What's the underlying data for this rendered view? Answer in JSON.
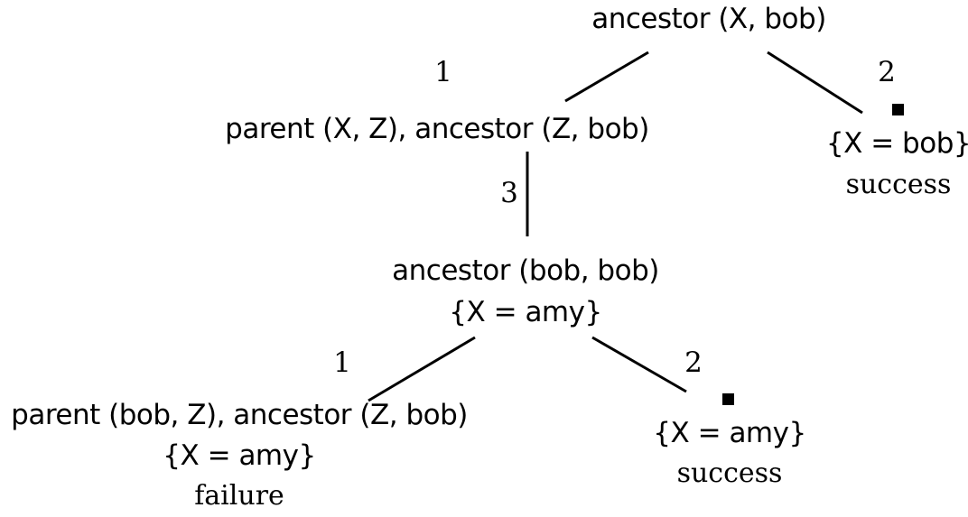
{
  "nodes": {
    "root": {
      "goal": "ancestor (X, bob)"
    },
    "left": {
      "goal": "parent (X, Z), ancestor (Z, bob)"
    },
    "right": {
      "binding": "{X = bob}",
      "status": "success"
    },
    "middle": {
      "goal": "ancestor (bob, bob)",
      "binding": "{X = amy}"
    },
    "bottom_left": {
      "goal": "parent (bob, Z), ancestor (Z, bob)",
      "binding": "{X = amy}",
      "status": "failure"
    },
    "bottom_right": {
      "binding": "{X = amy}",
      "status": "success"
    }
  },
  "edges": {
    "root_left": {
      "label": "1"
    },
    "root_right": {
      "label": "2"
    },
    "left_middle": {
      "label": "3"
    },
    "middle_bottom_left": {
      "label": "1"
    },
    "middle_bottom_right": {
      "label": "2"
    }
  },
  "colors": {
    "line": "#000000",
    "text": "#000000"
  }
}
